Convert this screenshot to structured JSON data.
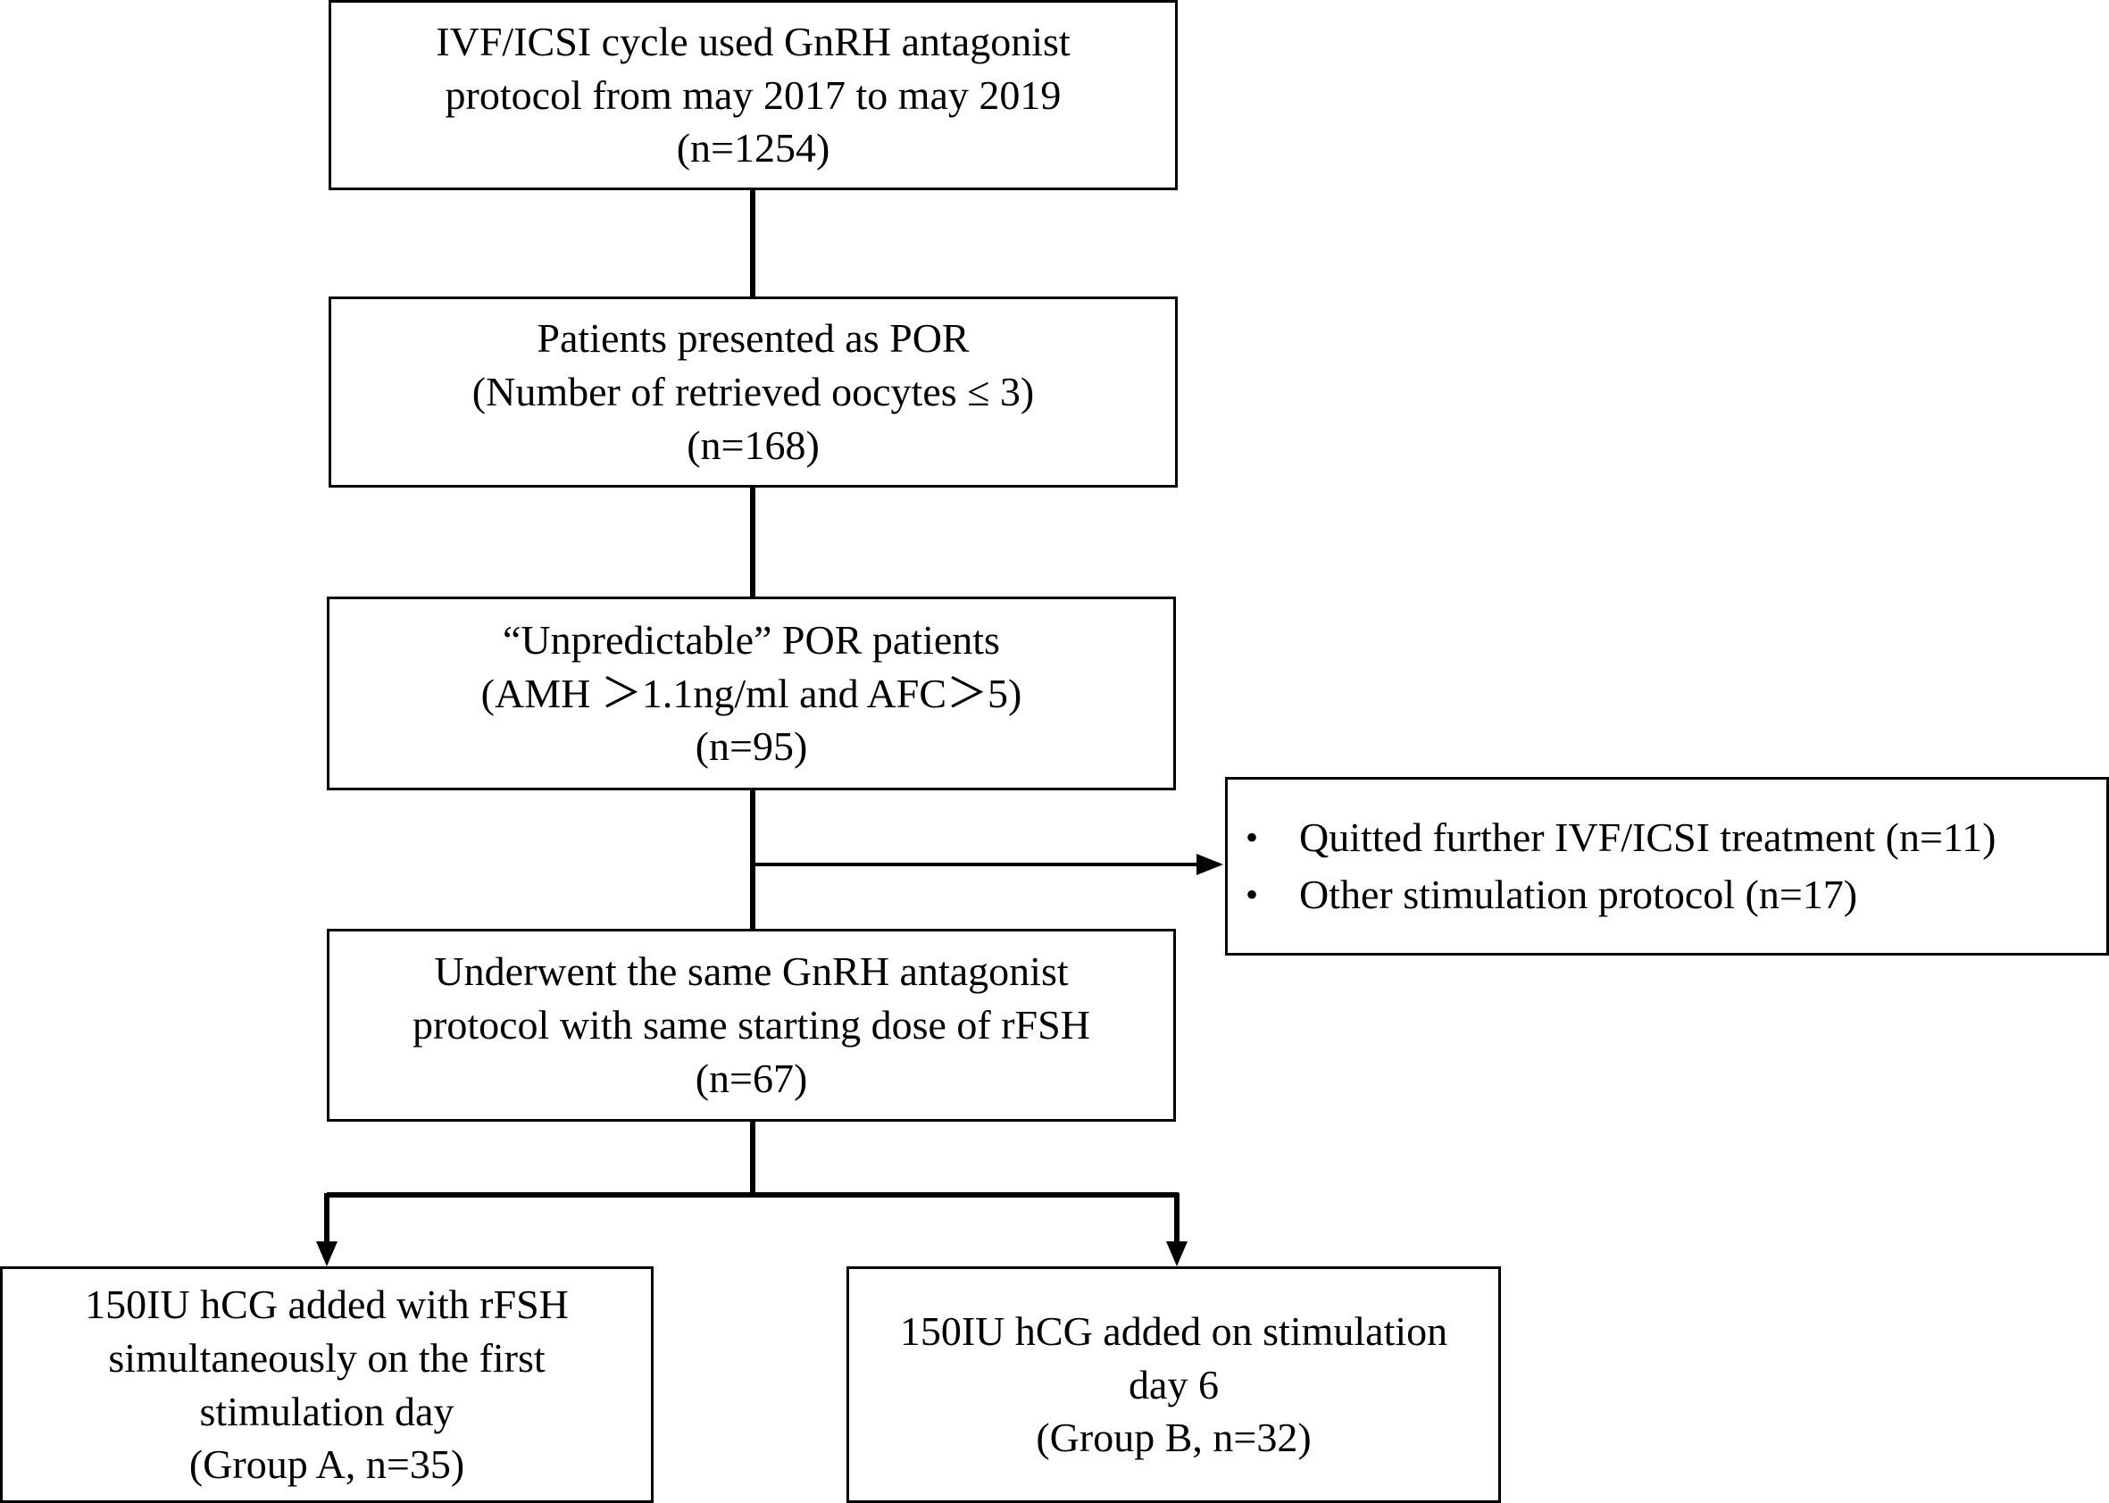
{
  "flowchart": {
    "box1": {
      "lines": [
        "IVF/ICSI cycle used GnRH antagonist",
        "protocol from may 2017 to may 2019",
        "(n=1254)"
      ]
    },
    "box2": {
      "lines": [
        "Patients presented as POR",
        "(Number of retrieved oocytes ≤ 3)",
        "(n=168)"
      ]
    },
    "box3": {
      "lines": [
        "“Unpredictable” POR patients",
        "(AMH ＞1.1ng/ml and AFC＞5)",
        "(n=95)"
      ]
    },
    "exclusion": {
      "bullet_char": "•",
      "items": [
        "Quitted further IVF/ICSI treatment  (n=11)",
        "Other stimulation protocol (n=17)"
      ]
    },
    "box4": {
      "lines": [
        "Underwent the same GnRH antagonist",
        "protocol with same starting dose of rFSH",
        "(n=67)"
      ]
    },
    "group_a": {
      "lines": [
        "150IU hCG added with rFSH",
        "simultaneously on the first",
        "stimulation day",
        "(Group A, n=35)"
      ]
    },
    "group_b": {
      "lines": [
        "150IU hCG added on stimulation",
        "day 6",
        "(Group B, n=32)"
      ]
    }
  },
  "colors": {
    "line": "#000000",
    "box_border": "#000000",
    "background": "#ffffff"
  }
}
